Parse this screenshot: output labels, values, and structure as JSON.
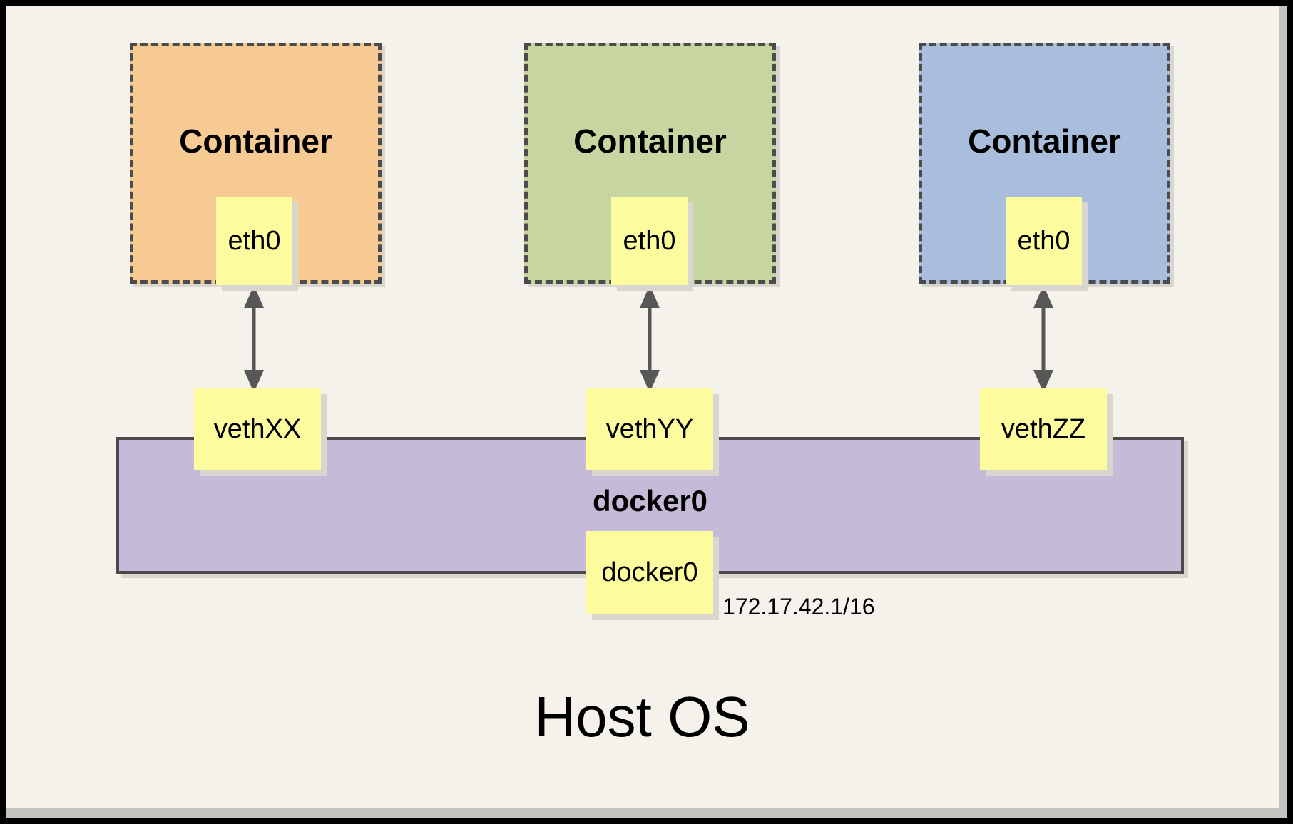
{
  "containers": [
    {
      "label": "Container",
      "interface": "eth0",
      "veth": "vethXX",
      "fill": "#F7C993"
    },
    {
      "label": "Container",
      "interface": "eth0",
      "veth": "vethYY",
      "fill": "#C7D6A0"
    },
    {
      "label": "Container",
      "interface": "eth0",
      "veth": "vethZZ",
      "fill": "#A8BEDC"
    }
  ],
  "bridge": {
    "label": "docker0",
    "interface": "docker0",
    "ip": "172.17.42.1/16",
    "fill": "#C5BAD8"
  },
  "host": {
    "label": "Host OS"
  },
  "colors": {
    "background": "#F4F2EB",
    "interface_fill": "#FCFC9E",
    "dashed_border": "#4B4B4B",
    "arrow": "#575757",
    "frame": "#000000",
    "shadow": "#D8D6CE"
  }
}
